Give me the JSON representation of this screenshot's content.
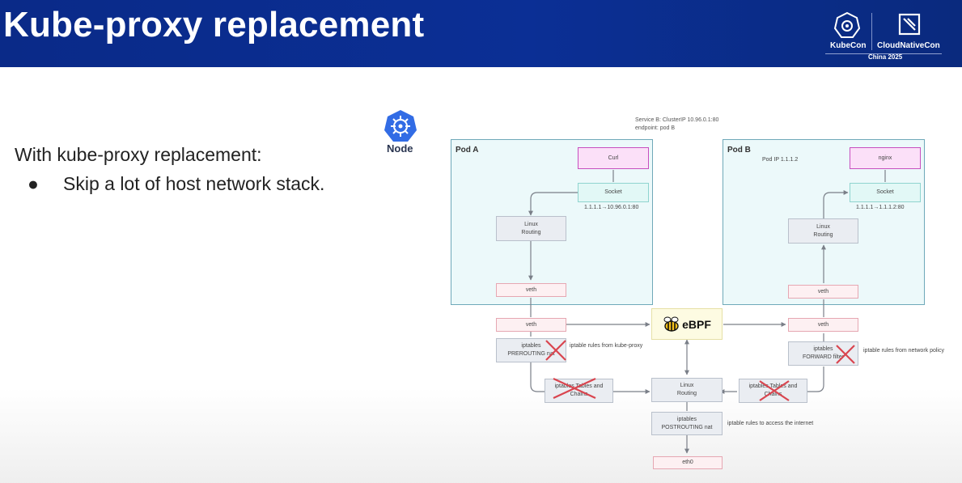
{
  "slide": {
    "title": "Kube-proxy replacement",
    "intro": "With kube-proxy replacement:",
    "bullet_marker": "●",
    "bullet": "Skip a lot of host network stack."
  },
  "branding": {
    "kubecon": "KubeCon",
    "cloudnativecon": "CloudNativeCon",
    "edition": "China 2025"
  },
  "diagram": {
    "node_label": "Node",
    "service_line1": "Service B: ClusterIP 10.96.0.1:80",
    "service_line2": "endpoint: pod B",
    "pod_a": {
      "label": "Pod A",
      "curl": "Curl",
      "socket": "Socket",
      "socket_caption": "1.1.1.1→10.96.0.1:80",
      "routing_line1": "Linux",
      "routing_line2": "Routing",
      "veth": "veth"
    },
    "pod_b": {
      "label": "Pod B",
      "pod_ip": "Pod IP 1.1.1.2",
      "nginx": "nginx",
      "socket": "Socket",
      "socket_caption": "1.1.1.1→1.1.1.2:80",
      "routing_line1": "Linux",
      "routing_line2": "Routing",
      "veth": "veth"
    },
    "host": {
      "veth_left": "veth",
      "veth_right": "veth",
      "ebpf": "eBPF",
      "prerouting_line1": "iptables",
      "prerouting_line2": "PREROUTING nat",
      "prerouting_note": "iptable rules from kube-proxy",
      "forward_line1": "iptables",
      "forward_line2": "FORWARD filter",
      "forward_note": "iptable rules from network policy",
      "tables_left_line1": "iptables Tables and",
      "tables_left_line2": "Chains",
      "tables_right_line1": "iptables Tables and",
      "tables_right_line2": "Chains",
      "routing_line1": "Linux",
      "routing_line2": "Routing",
      "postrouting_line1": "iptables",
      "postrouting_line2": "POSTROUTING nat",
      "postrouting_note": "iptable rules to access the internet",
      "eth0": "eth0"
    }
  },
  "colors": {
    "header_bg": "#0b2f95",
    "pod_border": "#6fa9b9",
    "pod_fill": "#ecf9fa",
    "app_box_border": "#c74fbf",
    "cross_mark": "#d9454f",
    "kubernetes_blue": "#326ce5"
  }
}
